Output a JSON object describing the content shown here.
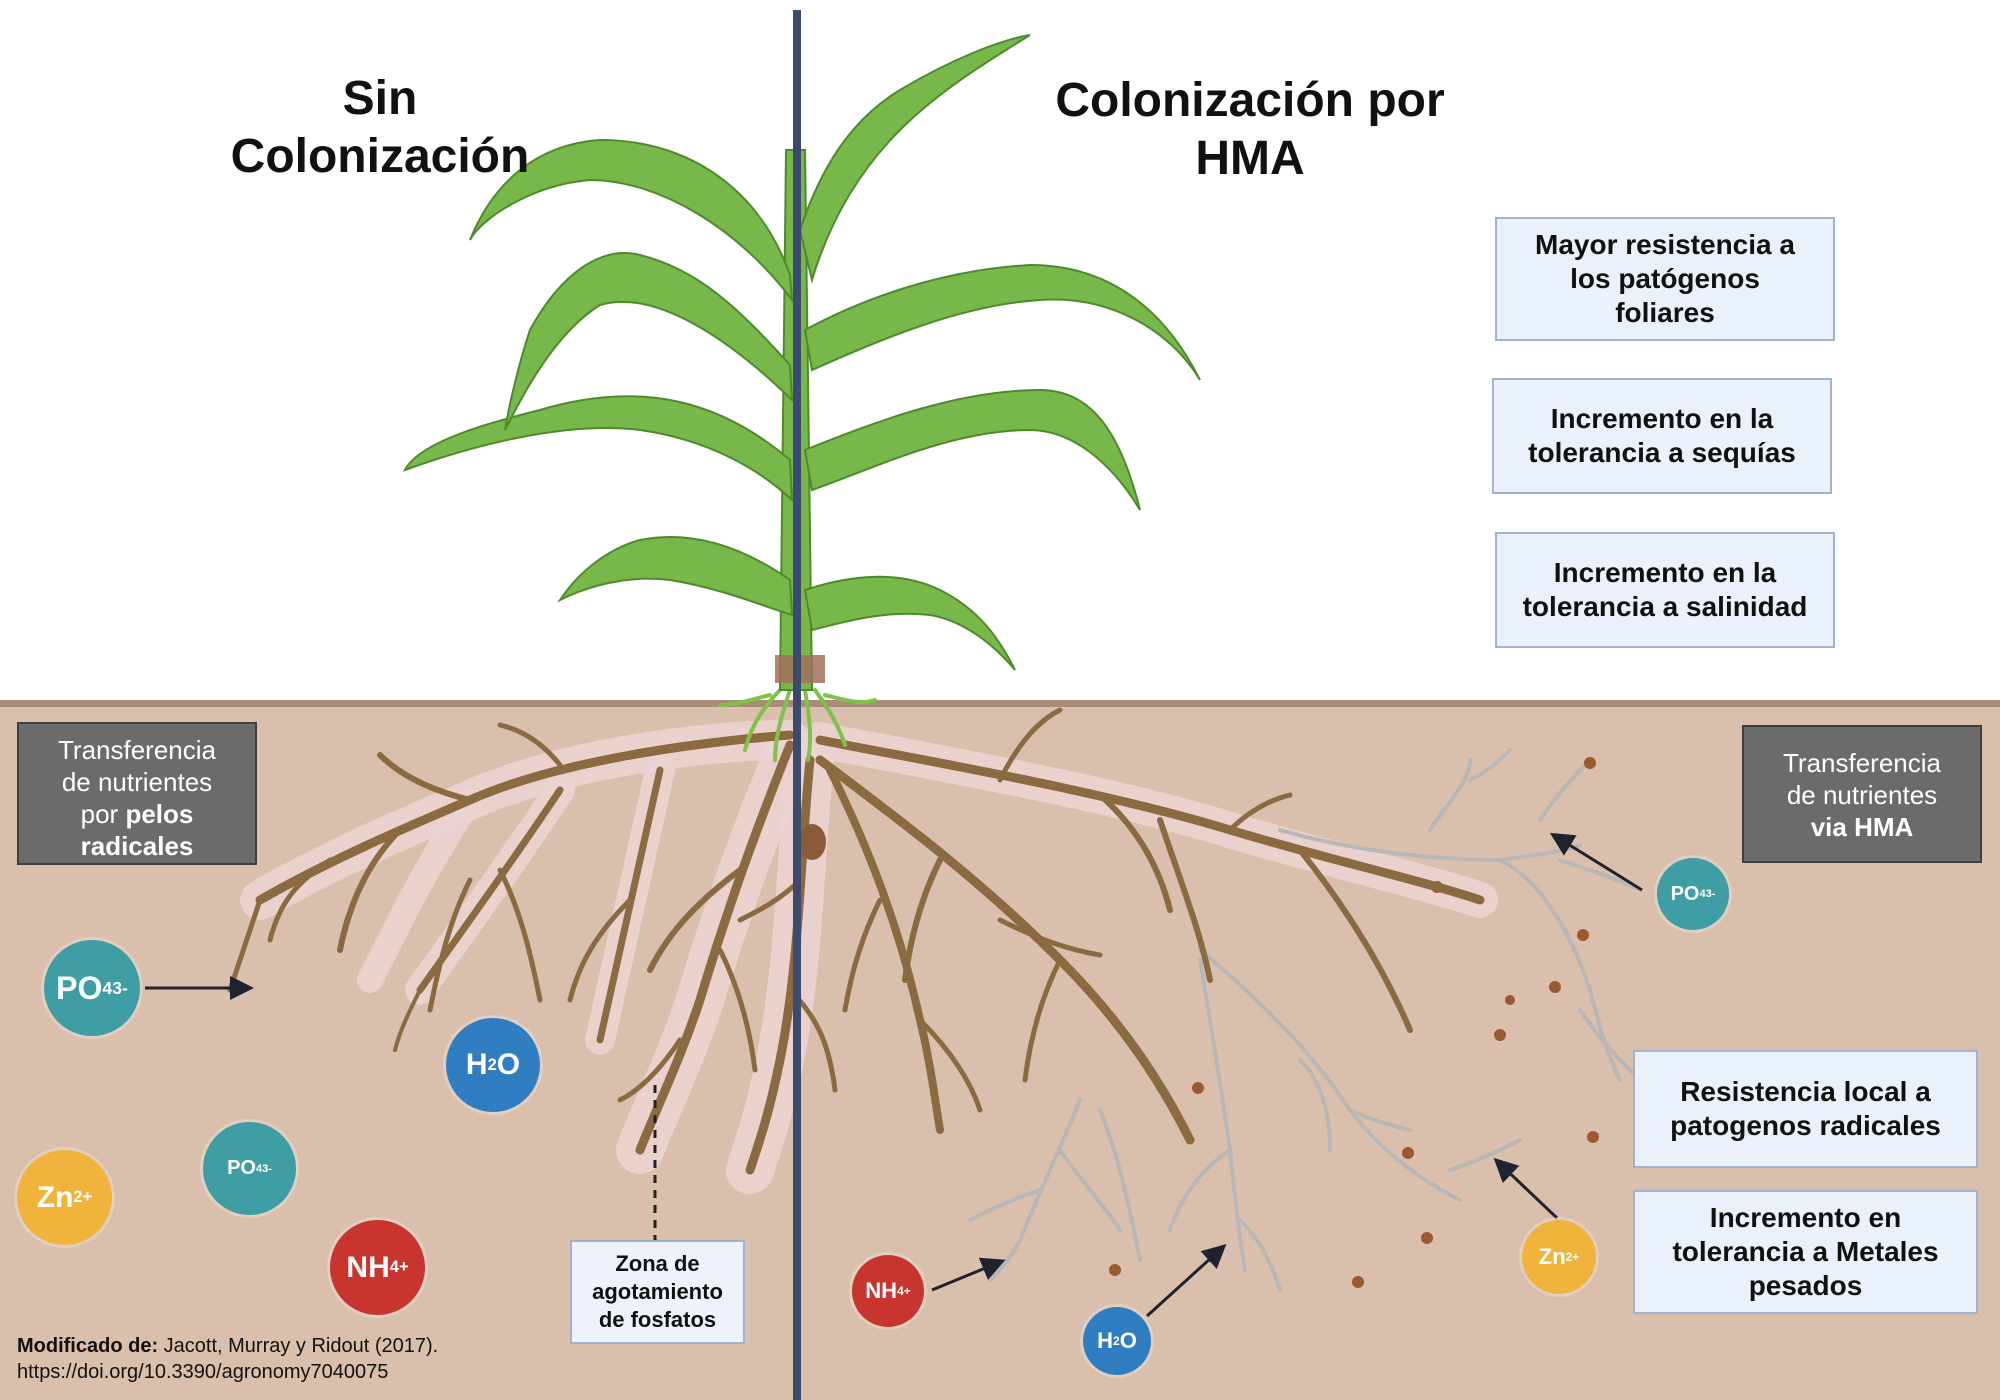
{
  "titles": {
    "left_line1": "Sin",
    "left_line2": "Colonización",
    "right_line1": "Colonización por",
    "right_line2": "HMA"
  },
  "benefits_top": [
    {
      "l1": "Mayor resistencia a",
      "l2": "los patógenos",
      "l3": "foliares"
    },
    {
      "l1": "Incremento en la",
      "l2": "tolerancia a sequías"
    },
    {
      "l1": "Incremento en la",
      "l2": "tolerancia a salinidad"
    }
  ],
  "benefits_bottom": [
    {
      "l1": "Resistencia local a",
      "l2": "patogenos radicales"
    },
    {
      "l1": "Incremento en",
      "l2": "tolerancia a Metales",
      "l3": "pesados"
    }
  ],
  "transfer_left": {
    "l1": "Transferencia",
    "l2": "de nutrientes",
    "l3_prefix": "por ",
    "l3_bold": "pelos",
    "l4": "radicales"
  },
  "transfer_right": {
    "l1": "Transferencia",
    "l2": "de nutrientes",
    "l3": "via HMA"
  },
  "ions": {
    "po4": {
      "base": "PO",
      "sub": "4",
      "sup": "3-"
    },
    "h2o": {
      "a": "H",
      "sub": "2",
      "b": "O"
    },
    "zn": {
      "base": "Zn",
      "sup": "2+"
    },
    "nh4": {
      "base": "NH",
      "sub": "4",
      "sup": "+"
    }
  },
  "zone_label": {
    "l1": "Zona de",
    "l2": "agotamiento",
    "l3": "de fosfatos"
  },
  "credit": {
    "bold": "Modificado de:",
    "authors": " Jacott, Murray y Ridout (2017).",
    "doi": "https://doi.org/10.3390/agronomy7040075"
  },
  "colors": {
    "soil": "#d9bfac",
    "soil_line": "#a88c76",
    "divider": "#3c4a6e",
    "root": "#8b6a3f",
    "root_halo": "#ecd3d3",
    "hypha": "#b7b7b7",
    "leaf": "#78b84a",
    "leaf_dark": "#4d8a2c",
    "ion_teal": "#3e9ea3",
    "ion_blue": "#2f7ec2",
    "ion_orange": "#f0b43c",
    "ion_red": "#c8352e"
  }
}
